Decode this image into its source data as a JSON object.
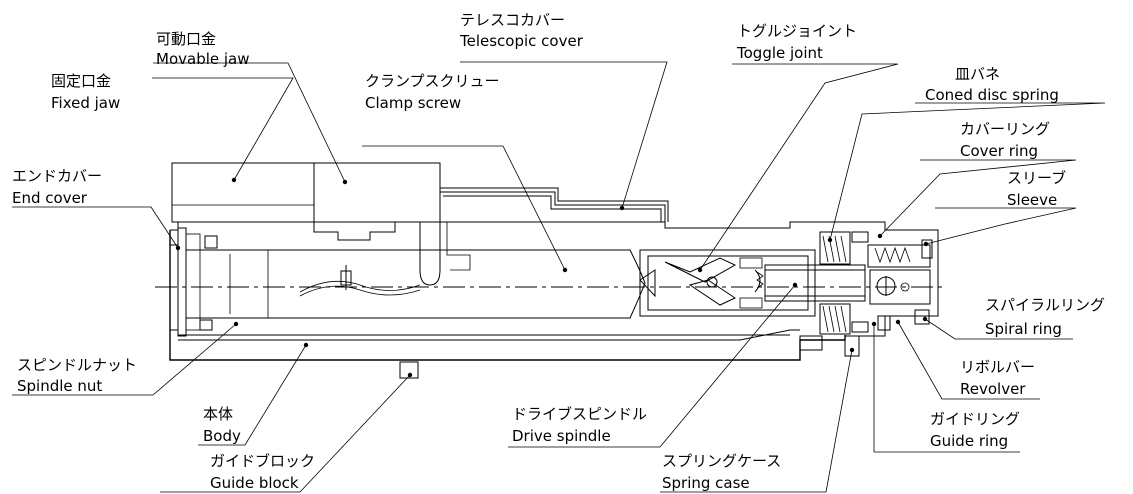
{
  "labels": {
    "movable_jaw_jp": "可動口金",
    "movable_jaw_en": "Movable jaw",
    "fixed_jaw_jp": "固定口金",
    "fixed_jaw_en": "Fixed jaw",
    "telescopic_cover_jp": "テレスコカバー",
    "telescopic_cover_en": "Telescopic cover",
    "clamp_screw_jp": "クランプスクリュー",
    "clamp_screw_en": "Clamp screw",
    "toggle_joint_jp": "トグルジョイント",
    "toggle_joint_en": "Toggle joint",
    "coned_disc_spring_jp": "皿バネ",
    "coned_disc_spring_en": "Coned disc spring",
    "cover_ring_jp": "カバーリング",
    "cover_ring_en": "Cover ring",
    "sleeve_jp": "スリーブ",
    "sleeve_en": "Sleeve",
    "end_cover_jp": "エンドカバー",
    "end_cover_en": "End cover",
    "spiral_ring_jp": "スパイラルリング",
    "spiral_ring_en": "Spiral ring",
    "revolver_jp": "リボルバー",
    "revolver_en": "Revolver",
    "guide_ring_jp": "ガイドリング",
    "guide_ring_en": "Guide ring",
    "spindle_nut_jp": "スピンドルナット",
    "spindle_nut_en": "Spindle nut",
    "body_jp": "本体",
    "body_en": "Body",
    "guide_block_jp": "ガイドブロック",
    "guide_block_en": "Guide block",
    "drive_spindle_jp": "ドライブスピンドル",
    "drive_spindle_en": "Drive spindle",
    "spring_case_jp": "スプリングケース",
    "spring_case_en": "Spring case"
  }
}
